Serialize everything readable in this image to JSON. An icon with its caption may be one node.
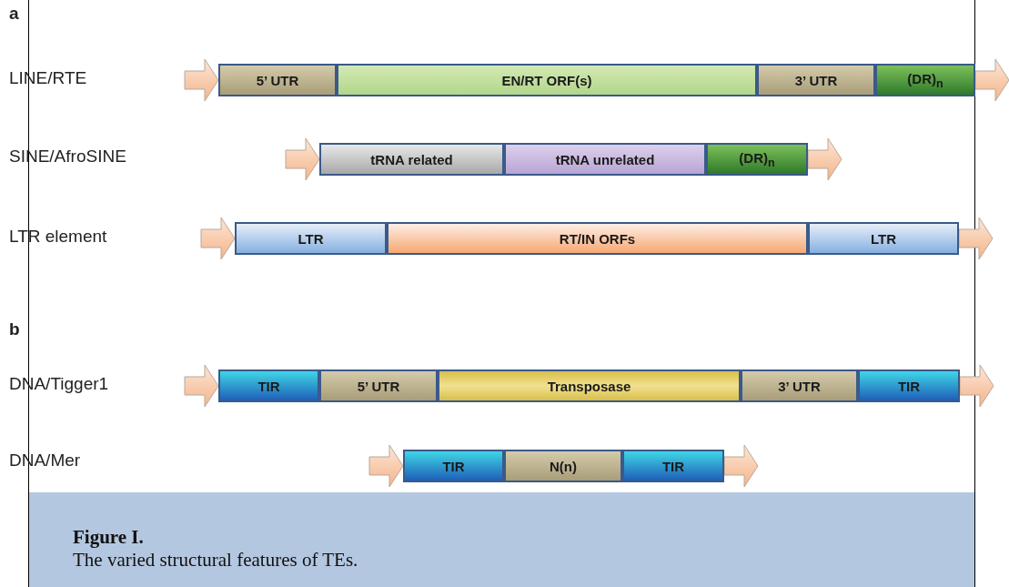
{
  "diagram": {
    "caption": "**Figure I.** The varied structural features of TEs.",
    "nodes": [
      {
        "text": [
          "5’ UTR"
        ]
      },
      {
        "text": [
          "EN/RT ORF(s)"
        ]
      },
      {
        "text": [
          "3’ UTR"
        ]
      },
      {
        "text": [
          "(DR)$_{n}$"
        ]
      },
      {
        "text": [
          "tRNA related"
        ]
      },
      {
        "text": [
          "tRNA unrelated"
        ]
      },
      {
        "text": [
          "(DR)$_{n}$"
        ]
      },
      {
        "text": [
          "LTR"
        ]
      },
      {
        "text": [
          "RT/IN ORFs"
        ]
      },
      {
        "text": [
          "LTR"
        ]
      },
      {
        "text": [
          "TIR"
        ]
      },
      {
        "text": [
          "5’ UTR"
        ]
      },
      {
        "text": [
          "Transposase"
        ]
      },
      {
        "text": [
          "3’ UTR"
        ]
      },
      {
        "text": [
          "TIR"
        ]
      },
      {
        "text": [
          "TIR"
        ]
      },
      {
        "text": [
          "N(n)"
        ]
      },
      {
        "text": [
          "TIR"
        ]
      }
    ],
    "edges": [],
    "labels": [
      "a",
      "LINE/RTE",
      "SINE/AfroSINE",
      "LTR element",
      "b",
      "DNA/Tigger1",
      "DNA/Mer"
    ]
  }
}
